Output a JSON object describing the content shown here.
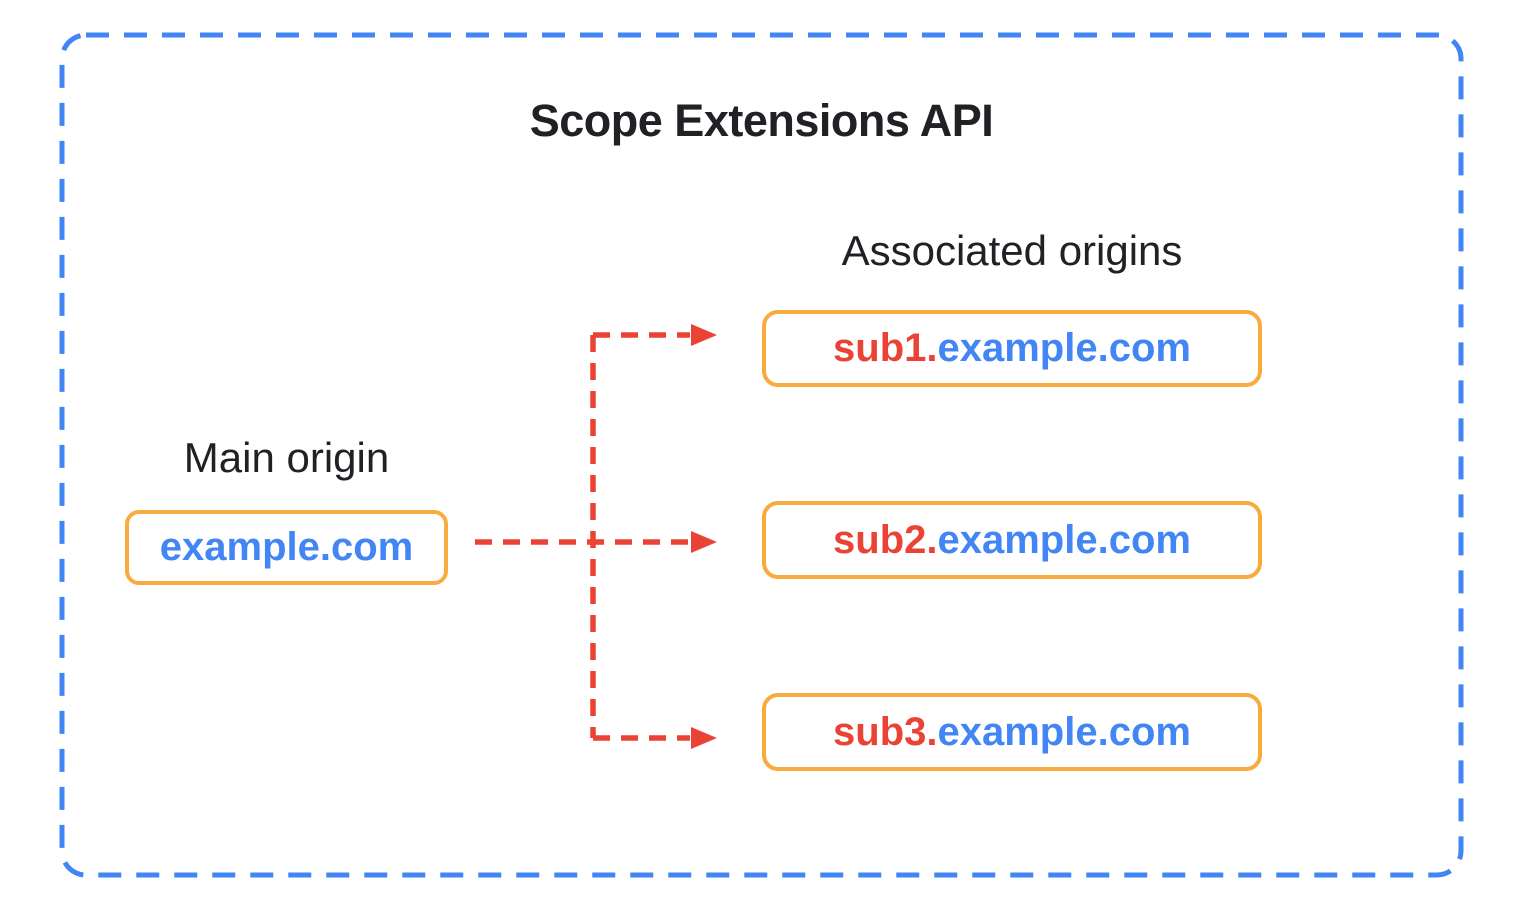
{
  "diagram": {
    "title": "Scope Extensions API",
    "main_origin": {
      "label": "Main origin",
      "domain": "example.com"
    },
    "associated_origins": {
      "label": "Associated origins",
      "items": [
        {
          "prefix": "sub1.",
          "suffix": "example.com"
        },
        {
          "prefix": "sub2.",
          "suffix": "example.com"
        },
        {
          "prefix": "sub3.",
          "suffix": "example.com"
        }
      ]
    },
    "colors": {
      "outer_border_blue": "#4285F4",
      "box_border_orange": "#F9AB40",
      "arrow_red": "#EA4335",
      "domain_text_blue": "#4285F4",
      "subdomain_text_red": "#EA4335",
      "heading_text": "#202124",
      "background": "#FFFFFF"
    }
  }
}
